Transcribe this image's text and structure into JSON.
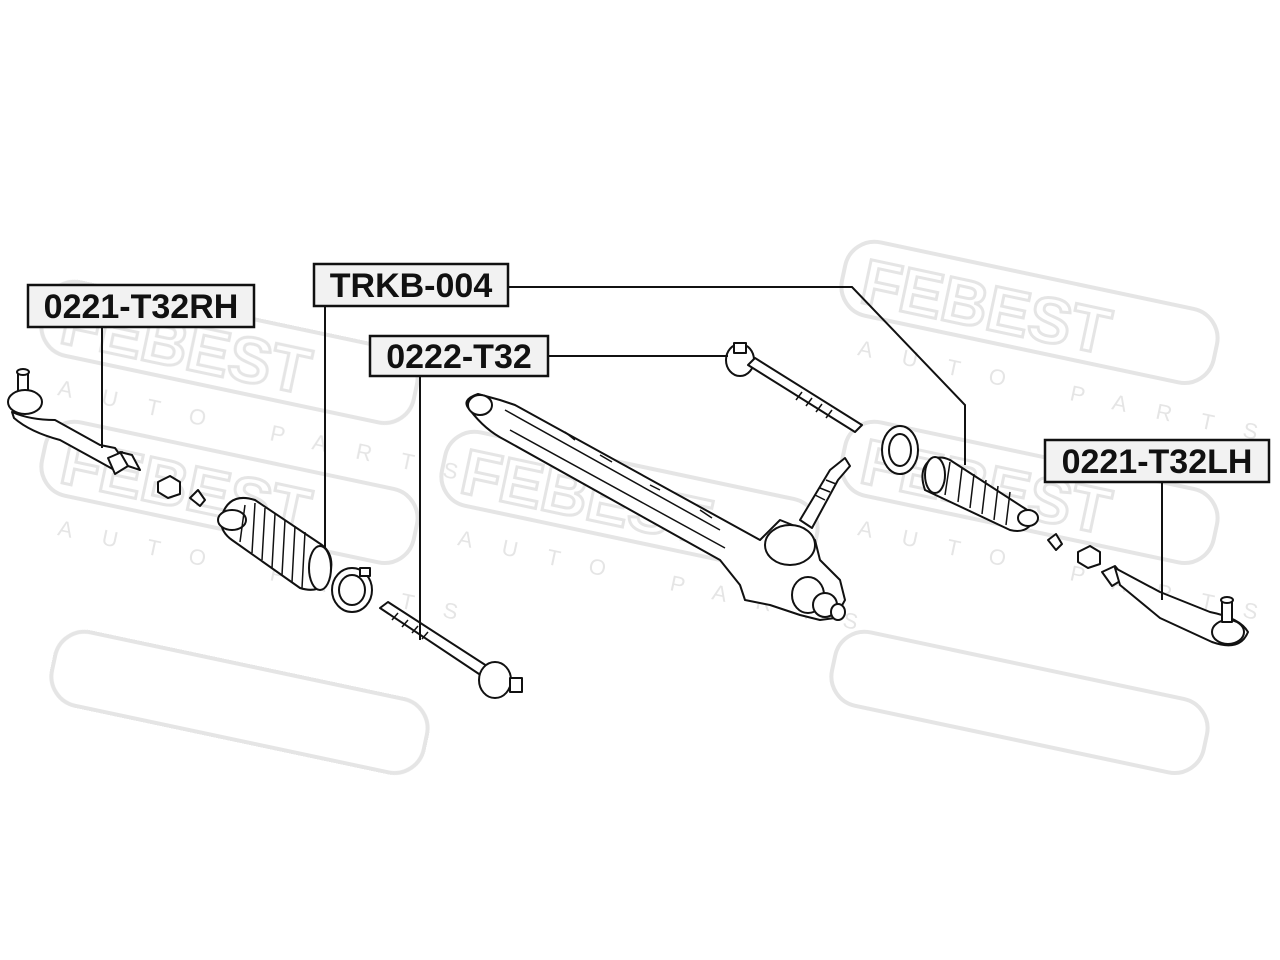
{
  "watermark": {
    "brand": "FEBEST",
    "tagline": "AUTO PARTS"
  },
  "labels": {
    "rh_tie_rod_end": "0221-T32RH",
    "boot_kit": "TRKB-004",
    "inner_tie_rod": "0222-T32",
    "lh_tie_rod_end": "0221-T32LH"
  }
}
